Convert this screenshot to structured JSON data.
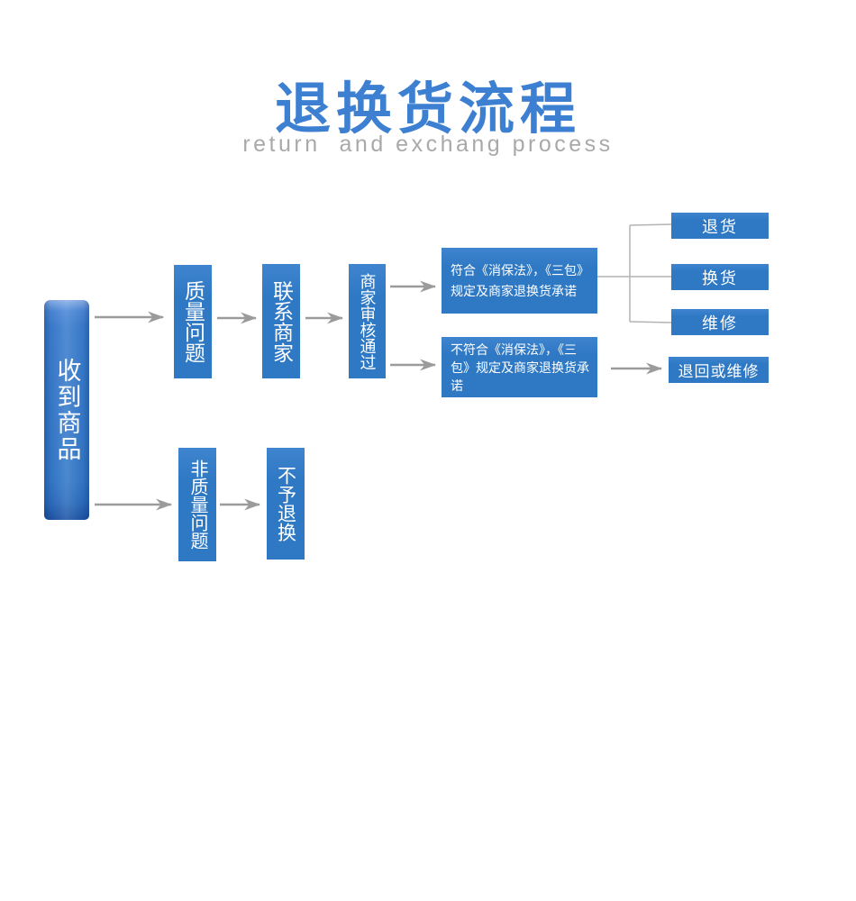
{
  "header": {
    "title": "退换货流程",
    "subtitle": "return  and exchang process"
  },
  "colors": {
    "title_blue": "#3d80d2",
    "node_blue": "#2e78c4",
    "arrow_gray": "#9b9b9b",
    "bracket_gray": "#b3b3b3",
    "subtitle_gray": "#a9a9a9",
    "text_white": "#ffffff"
  },
  "diagram": {
    "type": "flowchart",
    "nodes": {
      "start": "收到商品",
      "quality_issue": "质量问题",
      "contact_merchant": "联系商家",
      "merchant_review": "商家审核通过",
      "condition_match": "符合《消保法》，《三包》规定及商家退换货承诺",
      "condition_not_match": "不符合《消保法》，《三包》规定及商家退换货承诺",
      "outcome_return": "退货",
      "outcome_exchange": "换货",
      "outcome_repair": "维修",
      "outcome_return_or_repair": "退回或维修",
      "non_quality_issue": "非质量问题",
      "no_return_exchange": "不予退换"
    },
    "edges": [
      {
        "from": "start",
        "to": "quality_issue",
        "style": "arrow"
      },
      {
        "from": "quality_issue",
        "to": "contact_merchant",
        "style": "arrow"
      },
      {
        "from": "contact_merchant",
        "to": "merchant_review",
        "style": "arrow"
      },
      {
        "from": "merchant_review",
        "to": "condition_match",
        "style": "arrow"
      },
      {
        "from": "merchant_review",
        "to": "condition_not_match",
        "style": "arrow"
      },
      {
        "from": "condition_match",
        "to": "outcome_return",
        "style": "bracket"
      },
      {
        "from": "condition_match",
        "to": "outcome_exchange",
        "style": "bracket"
      },
      {
        "from": "condition_match",
        "to": "outcome_repair",
        "style": "bracket"
      },
      {
        "from": "condition_not_match",
        "to": "outcome_return_or_repair",
        "style": "arrow"
      },
      {
        "from": "start",
        "to": "non_quality_issue",
        "style": "arrow"
      },
      {
        "from": "non_quality_issue",
        "to": "no_return_exchange",
        "style": "arrow"
      }
    ]
  }
}
